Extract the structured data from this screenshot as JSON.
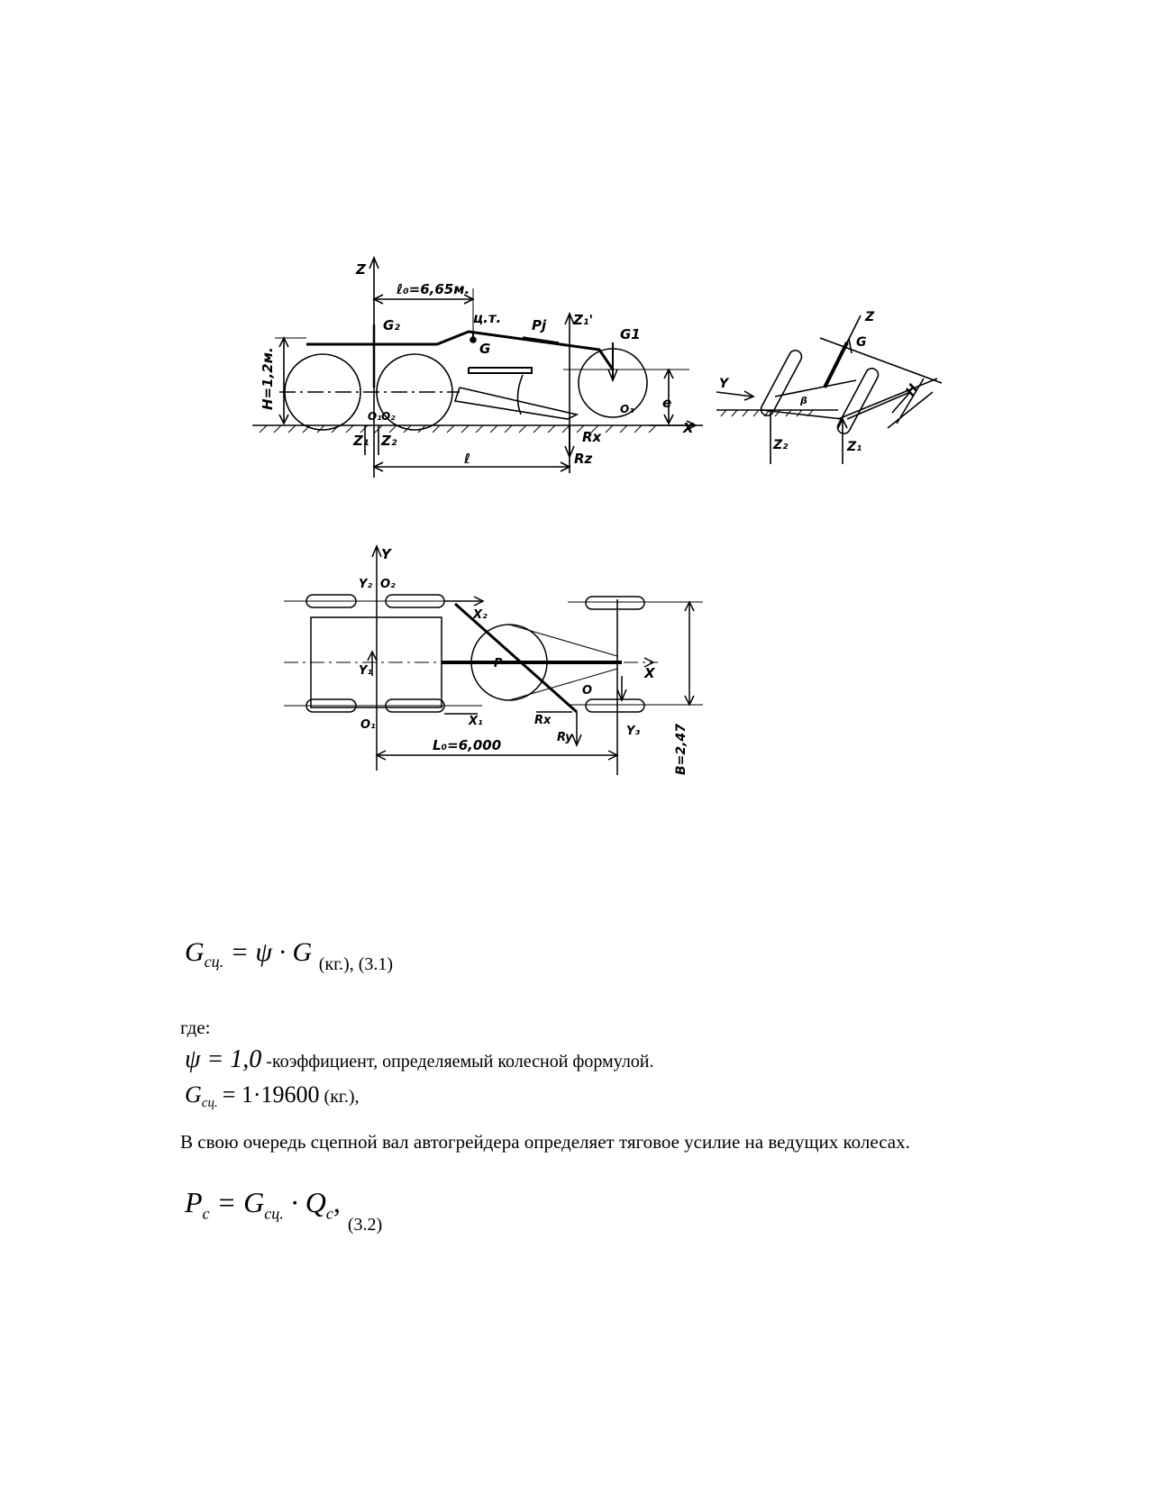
{
  "figure_side": {
    "labels": {
      "z": "Z",
      "l0": "ℓ₀=6,65м.",
      "ct": "ц.т.",
      "pj": "Pj",
      "z1p": "Z₁'",
      "g1": "G1",
      "g2": "G₂",
      "g": "G",
      "h": "H=1,2м.",
      "o1": "O₁",
      "o2": "O₂",
      "o3": "O₃",
      "z1": "Z₁",
      "z2": "Z₂",
      "rx": "Rx",
      "rz": "Rz",
      "l": "ℓ",
      "x": "X",
      "e": "e"
    }
  },
  "figure_tilt": {
    "labels": {
      "z": "Z",
      "g": "G",
      "h": "H",
      "y": "Y",
      "b": "β",
      "z2": "Z₂",
      "z1": "Z₁"
    }
  },
  "figure_plan": {
    "labels": {
      "y": "Y",
      "y2": "Y₂",
      "o2": "O₂",
      "x2": "X₂",
      "y1": "Y₁",
      "p": "P",
      "x": "X",
      "b": "B=2,47",
      "o": "O",
      "o1": "O₁",
      "x1": "X₁",
      "rx": "Rx",
      "ry": "Ry",
      "y3": "Y₃",
      "l0": "L₀=6,000"
    }
  },
  "formula1": {
    "lhs": "G",
    "sub": "сц.",
    "rhs": "= ψ · G",
    "note": "(кг.), (3.1)"
  },
  "where": "где:",
  "psi": {
    "expr": "ψ = 1,0",
    "text": "-коэффициент, определяемый колесной формулой."
  },
  "gsc": {
    "g": "G",
    "sub": "сц.",
    "expr": "= 1·19600",
    "note": "(кг.),"
  },
  "paragraph": "В свою очередь сцепной вал автогрейдера определяет тяговое усилие на ведущих колесах.",
  "formula2": {
    "p": "P",
    "psub": "c",
    "eq": "= G",
    "gsub": "сц.",
    "dot": "· Q",
    "qsub": "c",
    "comma": ",",
    "note": "(3.2)"
  }
}
